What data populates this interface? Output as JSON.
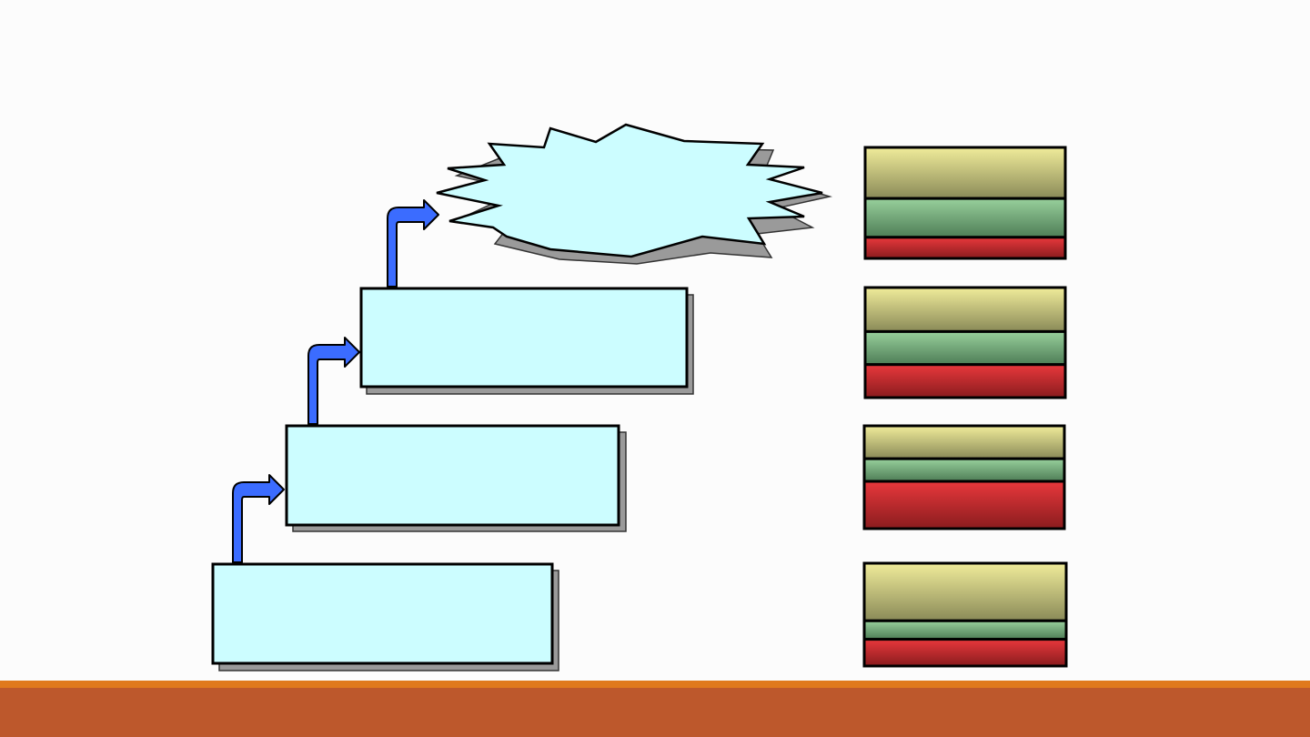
{
  "diagram": {
    "steps": [
      {
        "label": ""
      },
      {
        "label": ""
      },
      {
        "label": ""
      }
    ],
    "burst": {
      "label": ""
    },
    "stacks": [
      {
        "layers": [
          {
            "color": "tan",
            "share": 0.46
          },
          {
            "color": "green",
            "share": 0.35
          },
          {
            "color": "red",
            "share": 0.19
          }
        ]
      },
      {
        "layers": [
          {
            "color": "tan",
            "share": 0.4
          },
          {
            "color": "green",
            "share": 0.3
          },
          {
            "color": "red",
            "share": 0.3
          }
        ]
      },
      {
        "layers": [
          {
            "color": "tan",
            "share": 0.32
          },
          {
            "color": "green",
            "share": 0.22
          },
          {
            "color": "red",
            "share": 0.46
          }
        ]
      },
      {
        "layers": [
          {
            "color": "tan",
            "share": 0.56
          },
          {
            "color": "green",
            "share": 0.18
          },
          {
            "color": "red",
            "share": 0.26
          }
        ]
      }
    ]
  },
  "colors": {
    "box_fill": "#ccfdff",
    "shadow": "#9a9a9a",
    "arrow": "#3b6cff",
    "tan_top": "#f0ec9a",
    "tan_bottom": "#8a8a58",
    "green_top": "#98d09c",
    "green_bottom": "#4e7d56",
    "red_top": "#e8383c",
    "red_bottom": "#8a1c1e",
    "footer": "#bd582c",
    "footer_accent": "#e0791d"
  }
}
